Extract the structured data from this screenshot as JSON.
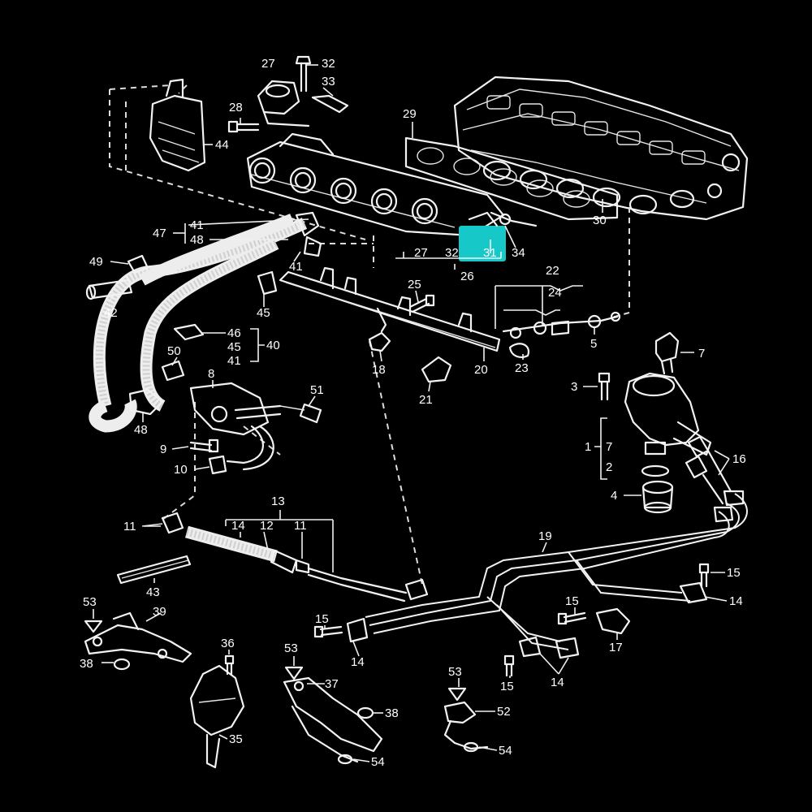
{
  "diagram": {
    "background_color": "#000000",
    "line_color": "#ffffff",
    "highlight_color": "#17c8c8",
    "callouts": [
      {
        "id": "c27a",
        "text": "27"
      },
      {
        "id": "c32a",
        "text": "32"
      },
      {
        "id": "c33",
        "text": "33"
      },
      {
        "id": "c28",
        "text": "28"
      },
      {
        "id": "c44",
        "text": "44"
      },
      {
        "id": "c29",
        "text": "29"
      },
      {
        "id": "c30",
        "text": "30"
      },
      {
        "id": "c47",
        "text": "47"
      },
      {
        "id": "c41a",
        "text": "41"
      },
      {
        "id": "c48a",
        "text": "48"
      },
      {
        "id": "c41b",
        "text": "41"
      },
      {
        "id": "c49",
        "text": "49"
      },
      {
        "id": "c42",
        "text": "42"
      },
      {
        "id": "c45a",
        "text": "45"
      },
      {
        "id": "c27b",
        "text": "27"
      },
      {
        "id": "c32b",
        "text": "32"
      },
      {
        "id": "c31",
        "text": "31"
      },
      {
        "id": "c34",
        "text": "34"
      },
      {
        "id": "c26",
        "text": "26"
      },
      {
        "id": "c22",
        "text": "22"
      },
      {
        "id": "c24",
        "text": "24"
      },
      {
        "id": "c25",
        "text": "25"
      },
      {
        "id": "c46",
        "text": "46"
      },
      {
        "id": "c45b",
        "text": "45"
      },
      {
        "id": "c41c",
        "text": "41"
      },
      {
        "id": "c40",
        "text": "40"
      },
      {
        "id": "c5",
        "text": "5"
      },
      {
        "id": "c18",
        "text": "18"
      },
      {
        "id": "c20",
        "text": "20"
      },
      {
        "id": "c23",
        "text": "23"
      },
      {
        "id": "c50",
        "text": "50"
      },
      {
        "id": "c8",
        "text": "8"
      },
      {
        "id": "c7a",
        "text": "7"
      },
      {
        "id": "c21",
        "text": "21"
      },
      {
        "id": "c3",
        "text": "3"
      },
      {
        "id": "c51",
        "text": "51"
      },
      {
        "id": "c48b",
        "text": "48"
      },
      {
        "id": "c1",
        "text": "1"
      },
      {
        "id": "c7b",
        "text": "7"
      },
      {
        "id": "c2",
        "text": "2"
      },
      {
        "id": "c16",
        "text": "16"
      },
      {
        "id": "c9",
        "text": "9"
      },
      {
        "id": "c10",
        "text": "10"
      },
      {
        "id": "c4",
        "text": "4"
      },
      {
        "id": "c13",
        "text": "13"
      },
      {
        "id": "c11a",
        "text": "11"
      },
      {
        "id": "c14a",
        "text": "14"
      },
      {
        "id": "c12",
        "text": "12"
      },
      {
        "id": "c11b",
        "text": "11"
      },
      {
        "id": "c19",
        "text": "19"
      },
      {
        "id": "c43",
        "text": "43"
      },
      {
        "id": "c15a",
        "text": "15"
      },
      {
        "id": "c14b",
        "text": "14"
      },
      {
        "id": "c53a",
        "text": "53"
      },
      {
        "id": "c39",
        "text": "39"
      },
      {
        "id": "c15b",
        "text": "15"
      },
      {
        "id": "c15c",
        "text": "15"
      },
      {
        "id": "c17",
        "text": "17"
      },
      {
        "id": "c38a",
        "text": "38"
      },
      {
        "id": "c36",
        "text": "36"
      },
      {
        "id": "c53b",
        "text": "53"
      },
      {
        "id": "c14c",
        "text": "14"
      },
      {
        "id": "c37",
        "text": "37"
      },
      {
        "id": "c53c",
        "text": "53"
      },
      {
        "id": "c15d",
        "text": "15"
      },
      {
        "id": "c14d",
        "text": "14"
      },
      {
        "id": "c38b",
        "text": "38"
      },
      {
        "id": "c52",
        "text": "52"
      },
      {
        "id": "c35",
        "text": "35"
      },
      {
        "id": "c54a",
        "text": "54"
      },
      {
        "id": "c54b",
        "text": "54"
      }
    ]
  }
}
